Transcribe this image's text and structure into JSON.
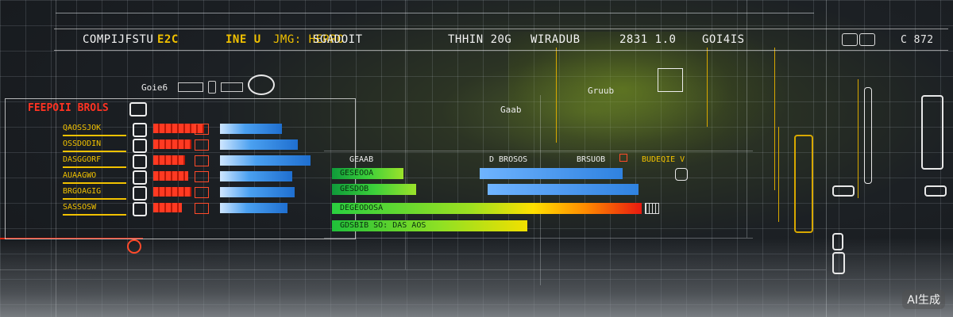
{
  "header": {
    "title_parts": [
      "COMPIJFSTU",
      "E2C",
      "INE U",
      "JMG: HERRO",
      "SGADOIT",
      "THHIN 20G",
      "WIRADUB",
      "2831  1.0",
      "GOI4IS"
    ],
    "right_code": "C 872"
  },
  "top_labels": {
    "left_group": "Goie6",
    "center_group": "Gaab",
    "group_header": "Gruub"
  },
  "left_panel": {
    "title": "FEEPOII BROLS",
    "rows": [
      {
        "label": "QAOSSJOK",
        "red": 0.8,
        "blue": 0.6
      },
      {
        "label": "OSSDODIN",
        "red": 0.6,
        "blue": 0.75
      },
      {
        "label": "DASGGORF",
        "red": 0.5,
        "blue": 0.88
      },
      {
        "label": "AUAAGWO",
        "red": 0.55,
        "blue": 0.7
      },
      {
        "label": "BRGOAGIG",
        "red": 0.6,
        "blue": 0.72
      },
      {
        "label": "SASSOSW",
        "red": 0.45,
        "blue": 0.65
      }
    ]
  },
  "status_bars": {
    "column_labels": [
      "GEAAB",
      "D BROSOS",
      "BRSUOB",
      "BUDEQIE V"
    ],
    "rows": [
      {
        "label": "GESEOOA",
        "green": 0.6,
        "blue": 0.5
      },
      {
        "label": "GESDOB",
        "green": 0.8,
        "blue": 0.7
      },
      {
        "label": "DEGEODOSA",
        "gradient": 1.0
      },
      {
        "label": "GDSBIB SO: DAS AOS",
        "green": 1.0
      }
    ]
  },
  "watermark": "AI生成",
  "colors": {
    "accent_red": "#ff3a22",
    "accent_yellow": "#f2c200",
    "accent_blue": "#2f82e0",
    "accent_green": "#3bd03a"
  }
}
